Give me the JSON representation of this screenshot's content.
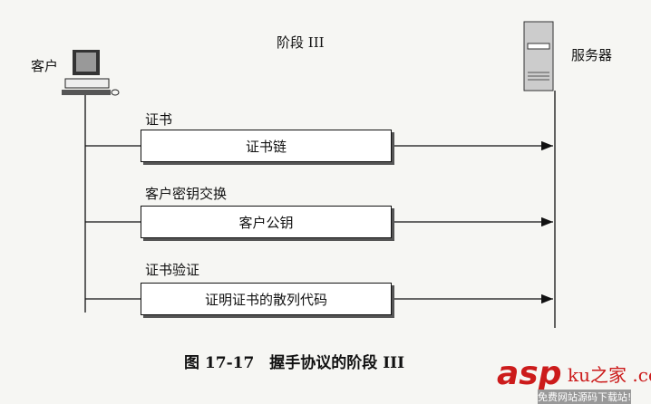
{
  "title": "阶段 III",
  "client_label": "客户",
  "server_label": "服务器",
  "messages": [
    {
      "label": "证书",
      "box": "证书链"
    },
    {
      "label": "客户密钥交换",
      "box": "客户公钥"
    },
    {
      "label": "证书验证",
      "box": "证明证书的散列代码"
    }
  ],
  "caption": "图 17-17　握手协议的阶段 III",
  "watermark": {
    "brand": "asp",
    "suffix": "ku之家 .com",
    "tagline": "免费网站源码下载站!"
  }
}
